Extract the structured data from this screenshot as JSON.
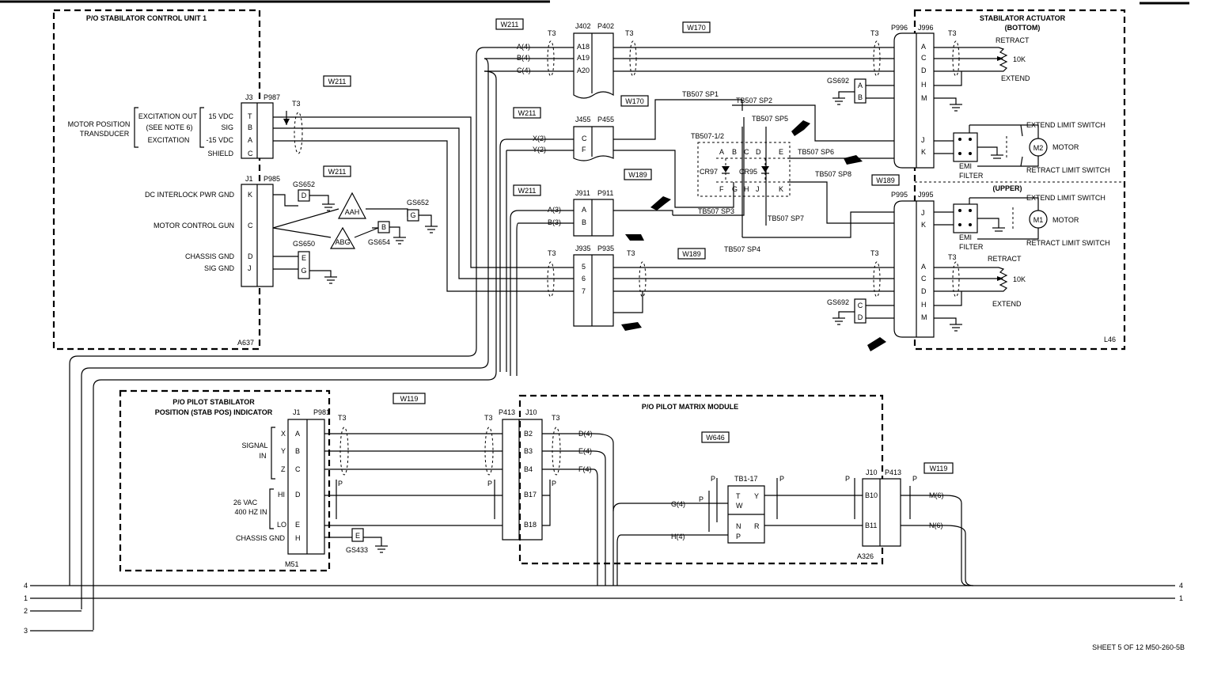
{
  "units": {
    "control_unit": "P/O STABILATOR CONTROL UNIT 1",
    "control_unit_ref": "A637",
    "actuator_title_1": "STABILATOR ACTUATOR",
    "actuator_title_2": "(BOTTOM)",
    "actuator_upper": "(UPPER)",
    "actuator_ref": "L46",
    "indicator_title_1": "P/O PILOT STABILATOR",
    "indicator_title_2": "POSITION (STAB POS) INDICATOR",
    "indicator_ref": "M51",
    "matrix_title": "P/O PILOT MATRIX MODULE",
    "matrix_ref": "A326"
  },
  "wires": {
    "w211": "W211",
    "w170": "W170",
    "w189": "W189",
    "w119": "W119",
    "w646": "W646"
  },
  "transducer": {
    "title_1": "MOTOR POSITION",
    "title_2": "TRANSDUCER",
    "exc_out": "EXCITATION OUT",
    "see_note": "(SEE NOTE 6)",
    "excitation": "EXCITATION",
    "v15": "15 VDC",
    "sig": "SIG",
    "vneg15": "-15 VDC",
    "shield": "SHIELD"
  },
  "control_signals": {
    "dc_interlock": "DC INTERLOCK PWR GND",
    "motor_control": "MOTOR CONTROL GUN",
    "chassis_gnd": "CHASSIS GND",
    "sig_gnd": "SIG GND"
  },
  "grounds": {
    "gs652": "GS652",
    "gs650": "GS650",
    "gs654": "GS654",
    "gs692": "GS692",
    "gs433": "GS433",
    "aah": "AAH",
    "abg": "ABG"
  },
  "connectors": {
    "j3": "J3",
    "p987": "P987",
    "j1": "J1",
    "p985": "P985",
    "j402": "J402",
    "p402": "P402",
    "j455": "J455",
    "p455": "P455",
    "j911": "J911",
    "p911": "P911",
    "j935": "J935",
    "p935": "P935",
    "p996": "P996",
    "j996": "J996",
    "p995": "P995",
    "j995": "J995",
    "p981": "P981",
    "p413": "P413",
    "j10": "J10",
    "t3": "T3",
    "p": "P",
    "tb1_17": "TB1-17"
  },
  "pins": {
    "j3": [
      "T",
      "B",
      "A",
      "C"
    ],
    "j1a": [
      "K",
      "C",
      "D",
      "J"
    ],
    "j402": [
      "A18",
      "A19",
      "A20"
    ],
    "j455": [
      "C",
      "F"
    ],
    "j911": [
      "A",
      "B"
    ],
    "j935": [
      "5",
      "6",
      "7"
    ],
    "j996": [
      "A",
      "C",
      "D",
      "H",
      "M",
      "J",
      "K"
    ],
    "j995": [
      "J",
      "K",
      "A",
      "C",
      "D",
      "H",
      "M"
    ],
    "j1b": [
      "A",
      "B",
      "C",
      "D",
      "E",
      "H"
    ],
    "j10": [
      "B2",
      "B3",
      "B4",
      "B17",
      "B18"
    ],
    "j10b": [
      "B10",
      "B11"
    ],
    "gs_ab": [
      "A",
      "B"
    ],
    "gs_cd": [
      "C",
      "D"
    ],
    "gs_eg": [
      "E",
      "G"
    ]
  },
  "signal_labels": {
    "a4": "A(4)",
    "b4": "B(4)",
    "c4": "C(4)",
    "x2": "X(2)",
    "y2": "Y(2)",
    "a3": "A(3)",
    "b3": "B(3)",
    "d4": "D(4)",
    "e4": "E(4)",
    "f4": "F(4)",
    "g4": "G(4)",
    "h4": "H(4)",
    "m6": "M(6)",
    "n6": "N(6)"
  },
  "terminal_board": {
    "sp1": "TB507 SP1",
    "sp2": "TB507 SP2",
    "sp3": "TB507 SP3",
    "sp4": "TB507 SP4",
    "sp5": "TB507 SP5",
    "sp6": "TB507 SP6",
    "sp7": "TB507 SP7",
    "sp8": "TB507 SP8",
    "tb12": "TB507-1/2",
    "cr97": "CR97",
    "cr95": "CR95",
    "top_pins": [
      "A",
      "B",
      "C",
      "D",
      "E"
    ],
    "bot_pins": [
      "F",
      "G",
      "H",
      "J",
      "K"
    ]
  },
  "actuator": {
    "retract": "RETRACT",
    "extend": "EXTEND",
    "ohm10k": "10K",
    "extend_limit": "EXTEND LIMIT SWITCH",
    "retract_limit": "RETRACT LIMIT SWITCH",
    "motor": "MOTOR",
    "m1": "M1",
    "m2": "M2",
    "emi": "EMI",
    "filter": "FILTER"
  },
  "indicator": {
    "signal": "SIGNAL",
    "in": "IN",
    "x": "X",
    "y": "Y",
    "z": "Z",
    "vac": "26 VAC",
    "hz": "400 HZ IN",
    "hi": "HI",
    "lo": "LO",
    "chassis": "CHASSIS GND"
  },
  "matrix": {
    "t": "T",
    "y": "Y",
    "w": "W",
    "n": "N",
    "r": "R",
    "p": "P"
  },
  "bus": {
    "l4": "4",
    "l1": "1",
    "l2": "2",
    "l3": "3"
  },
  "footer": "SHEET 5 OF 12   M50-260-5B"
}
